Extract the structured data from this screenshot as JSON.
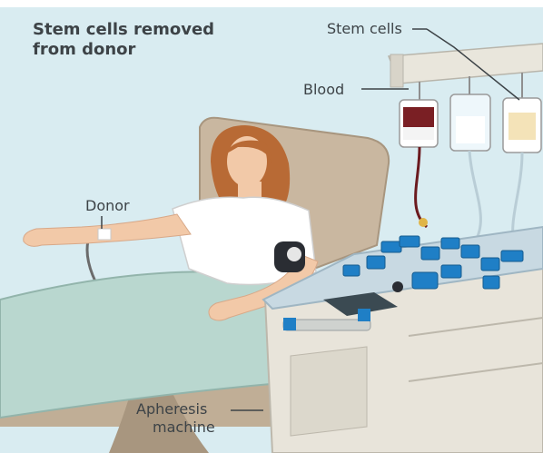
{
  "diagram": {
    "title_line1": "Stem cells removed",
    "title_line2": "from donor",
    "labels": {
      "stem_cells": "Stem cells",
      "blood": "Blood",
      "donor": "Donor",
      "apheresis_line1": "Apheresis",
      "apheresis_line2": "machine"
    },
    "colors": {
      "background": "#d9ecf1",
      "chair": "#c9b7a0",
      "blanket": "#b9d7cf",
      "skin": "#f2c9a8",
      "hair": "#b86a35",
      "shirt": "#ffffff",
      "machine_body": "#e8e4da",
      "machine_top": "#c8d9e2",
      "machine_accent": "#1f7fc6",
      "blood_bag": "#7a1f24",
      "stem_bag": "#f4e3b8",
      "text": "#3d4347"
    }
  }
}
